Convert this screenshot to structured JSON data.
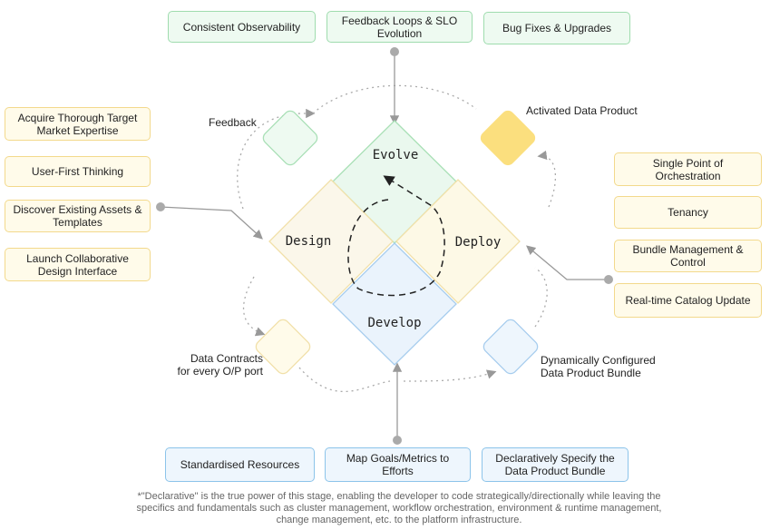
{
  "stages": {
    "evolve": "Evolve",
    "design": "Design",
    "deploy": "Deploy",
    "develop": "Develop"
  },
  "top_boxes": [
    "Consistent Observability",
    "Feedback Loops & SLO Evolution",
    "Bug Fixes & Upgrades"
  ],
  "left_boxes": [
    "Acquire Thorough Target Market Expertise",
    "User-First Thinking",
    "Discover Existing Assets & Templates",
    "Launch Collaborative Design Interface"
  ],
  "right_boxes": [
    "Single Point of Orchestration",
    "Tenancy",
    "Bundle Management & Control",
    "Real-time Catalog Update"
  ],
  "bottom_boxes": [
    "Standardised Resources",
    "Map Goals/Metrics to Efforts",
    "Declaratively Specify the Data Product Bundle"
  ],
  "transitions": {
    "feedback": "Feedback",
    "activated": "Activated Data Product",
    "contracts_1": "Data Contracts",
    "contracts_2": "for every O/P port",
    "bundle_1": "Dynamically Configured",
    "bundle_2": "Data Product Bundle"
  },
  "footnote": "*\"Declarative\" is the true power of this stage, enabling the developer to code strategically/directionally while leaving the specifics and fundamentals such as cluster management, workflow orchestration, environment & runtime management, change management, etc. to the platform infrastructure.",
  "colors": {
    "green": "#9fdcae",
    "yellow": "#f3d98c",
    "blue": "#8cc4ea",
    "activated": "#fbdf7e"
  }
}
